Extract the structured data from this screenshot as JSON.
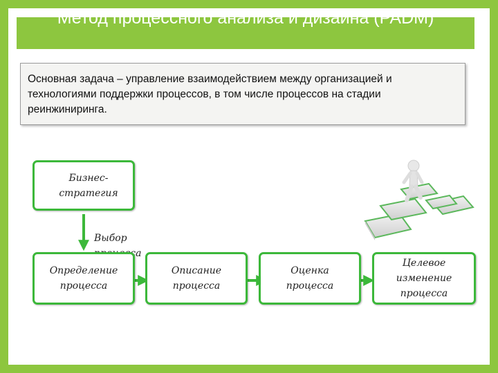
{
  "title": "Метод процессного анализа и дизайна (PADM)",
  "task_text": "Основная задача – управление взаимодействием между организацией и технологиями поддержки процессов, в том числе процессов на стадии реинжиниринга.",
  "diagram": {
    "nodes": [
      {
        "id": "business-strategy",
        "label": "Бизнес-стратегия"
      },
      {
        "id": "process-definition",
        "label": "Определение\nпроцесса"
      },
      {
        "id": "process-description",
        "label": "Описание\nпроцесса"
      },
      {
        "id": "process-evaluation",
        "label": "Оценка\nпроцесса"
      },
      {
        "id": "target-change",
        "label": "Целевое\nизменение процесса"
      }
    ],
    "edges": [
      {
        "from": "business-strategy",
        "to": "process-definition",
        "label": "Выбор\nпроцесса"
      },
      {
        "from": "process-definition",
        "to": "process-description",
        "label": ""
      },
      {
        "from": "process-description",
        "to": "process-evaluation",
        "label": ""
      },
      {
        "from": "process-evaluation",
        "to": "target-change",
        "label": ""
      }
    ]
  },
  "colors": {
    "background": "#8dc63f",
    "title_bar": "#8dc63f",
    "node_border": "#3cb83a",
    "arrow": "#3cb83a"
  },
  "illustration": {
    "icon": "figure-on-steps-icon"
  }
}
